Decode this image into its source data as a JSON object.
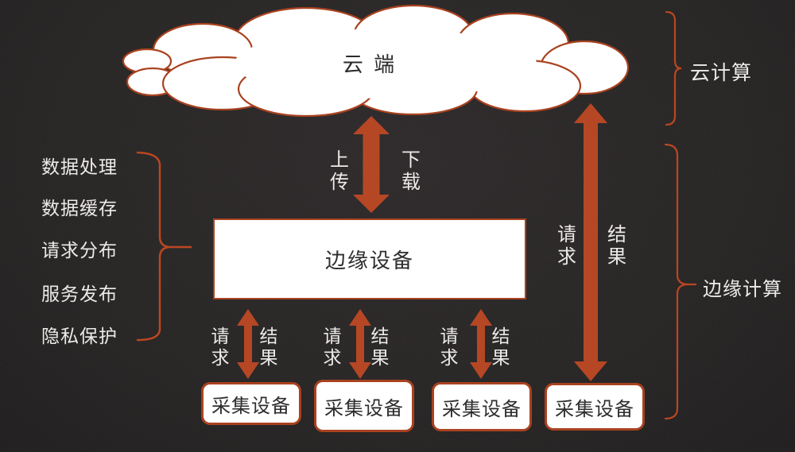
{
  "colors": {
    "background": "#252223",
    "arrow_orange": "#B64724",
    "outline_orange": "#A9421F",
    "brace_orange": "#BA4720",
    "box_fill": "#FFFFFF",
    "dark_text": "#2F2D2D",
    "light_text": "#EDEBE8"
  },
  "cloud": {
    "label": "云 端"
  },
  "annotations": {
    "cloud_computing": "云计算",
    "edge_computing": "边缘计算"
  },
  "edge_features": [
    "数据处理",
    "数据缓存",
    "请求分布",
    "服务发布",
    "隐私保护"
  ],
  "edge_device": {
    "label": "边缘设备"
  },
  "cloud_link": {
    "up": "上传",
    "down": "下载"
  },
  "device_links": [
    {
      "left": "请求",
      "right": "结果"
    },
    {
      "left": "请求",
      "right": "结果"
    },
    {
      "left": "请求",
      "right": "结果"
    },
    {
      "left": "请求",
      "right": "结果"
    }
  ],
  "collection_devices": [
    "采集设备",
    "采集设备",
    "采集设备",
    "采集设备"
  ]
}
